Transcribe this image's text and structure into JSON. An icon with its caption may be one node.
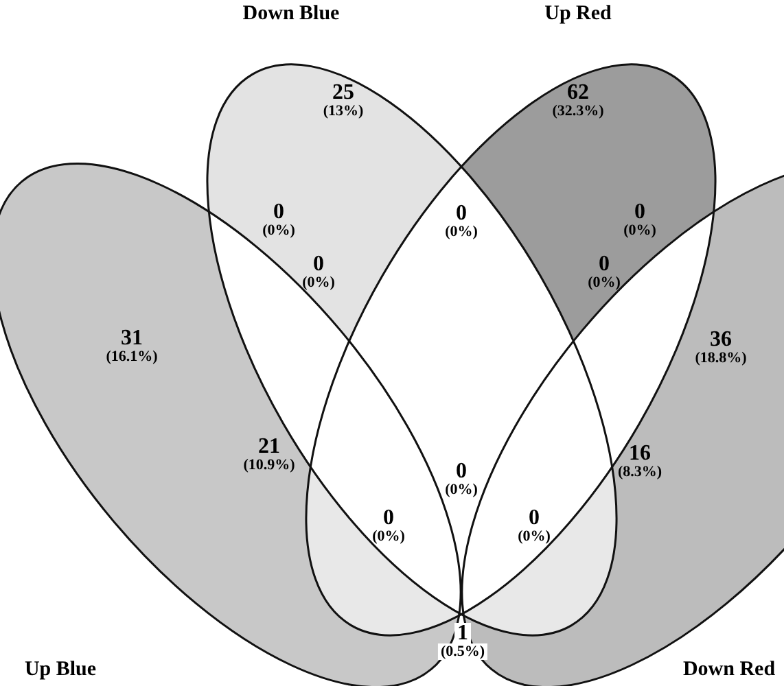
{
  "diagram": {
    "nodes": [
      {
        "text": [
          "Down Blue"
        ]
      },
      {
        "text": [
          "Up Red"
        ]
      },
      {
        "text": [
          "Up Blue"
        ]
      },
      {
        "text": [
          "Down Red"
        ]
      }
    ],
    "labels": [
      "25",
      "(13%)",
      "62",
      "(32.3%)",
      "0",
      "(0%)",
      "0",
      "(0%)",
      "0",
      "(0%)",
      "31",
      "(16.1%)",
      "0",
      "(0%)",
      "0",
      "(0%)",
      "36",
      "(18.8%)",
      "0",
      "(0%)",
      "21",
      "(10.9%)",
      "16",
      "(8.3%)",
      "0",
      "(0%)",
      "0",
      "(0%)",
      "1",
      "(0.5%)"
    ]
  }
}
